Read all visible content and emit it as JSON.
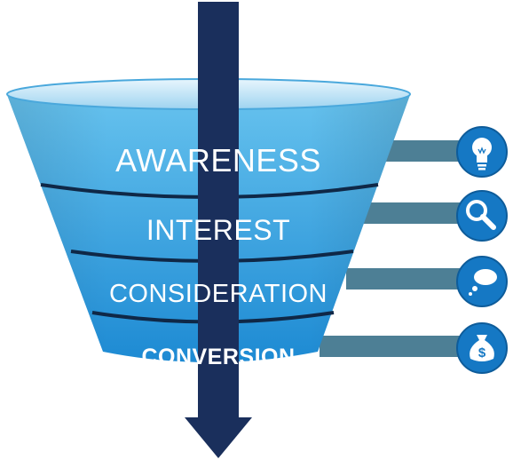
{
  "diagram": {
    "stages": [
      {
        "label": "AWARENESS",
        "icon": "lightbulb-icon"
      },
      {
        "label": "INTEREST",
        "icon": "magnifier-icon"
      },
      {
        "label": "CONSIDERATION",
        "icon": "speech-bubble-icon"
      },
      {
        "label": "CONVERSION",
        "icon": "money-bag-icon"
      }
    ],
    "colors": {
      "funnel_top": "#5ab8e8",
      "funnel_bottom": "#1f8fd6",
      "funnel_rim": "#cfeaf8",
      "divider": "#0f2847",
      "arrow": "#1a2f5c",
      "connector": "#4d7f95",
      "icon_circle": "#1578c4",
      "label_text": "#ffffff"
    }
  }
}
